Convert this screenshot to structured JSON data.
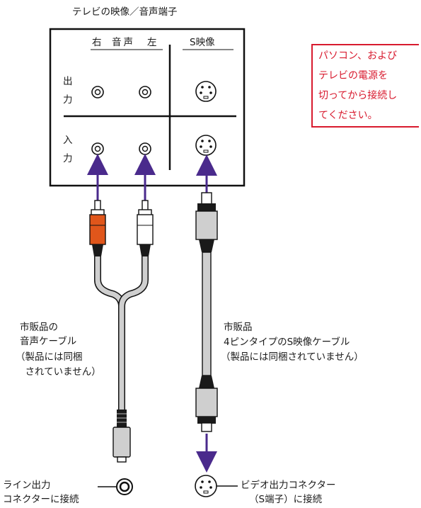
{
  "panel": {
    "title": "テレビの映像／音声端子",
    "audio_header_right": "右",
    "audio_header_mid": "音声",
    "audio_header_left": "左",
    "video_header": "S映像",
    "row_output": [
      "出",
      "力"
    ],
    "row_input": [
      "入",
      "力"
    ]
  },
  "note": {
    "lines": [
      "パソコン、および",
      "テレビの電源を",
      "切ってから接続し",
      "てください。"
    ],
    "color": "#d81a2e"
  },
  "audio_cable": {
    "label_lines": [
      "市販品の",
      "音声ケーブル",
      "（製品には同梱",
      "　されていません）"
    ],
    "plug_colors": {
      "red": "#e0561b",
      "white": "#ffffff"
    }
  },
  "svideo_cable": {
    "label_lines": [
      "市販品",
      "4ピンタイプのS映像ケーブル",
      "（製品には同梱されていません）"
    ]
  },
  "pc_side": {
    "line_out_label": [
      "ライン出力",
      "コネクターに接続"
    ],
    "video_out_label": [
      "ビデオ出力コネクター",
      "（S端子）に接続"
    ]
  },
  "arrow_color": "#4a2a8c"
}
